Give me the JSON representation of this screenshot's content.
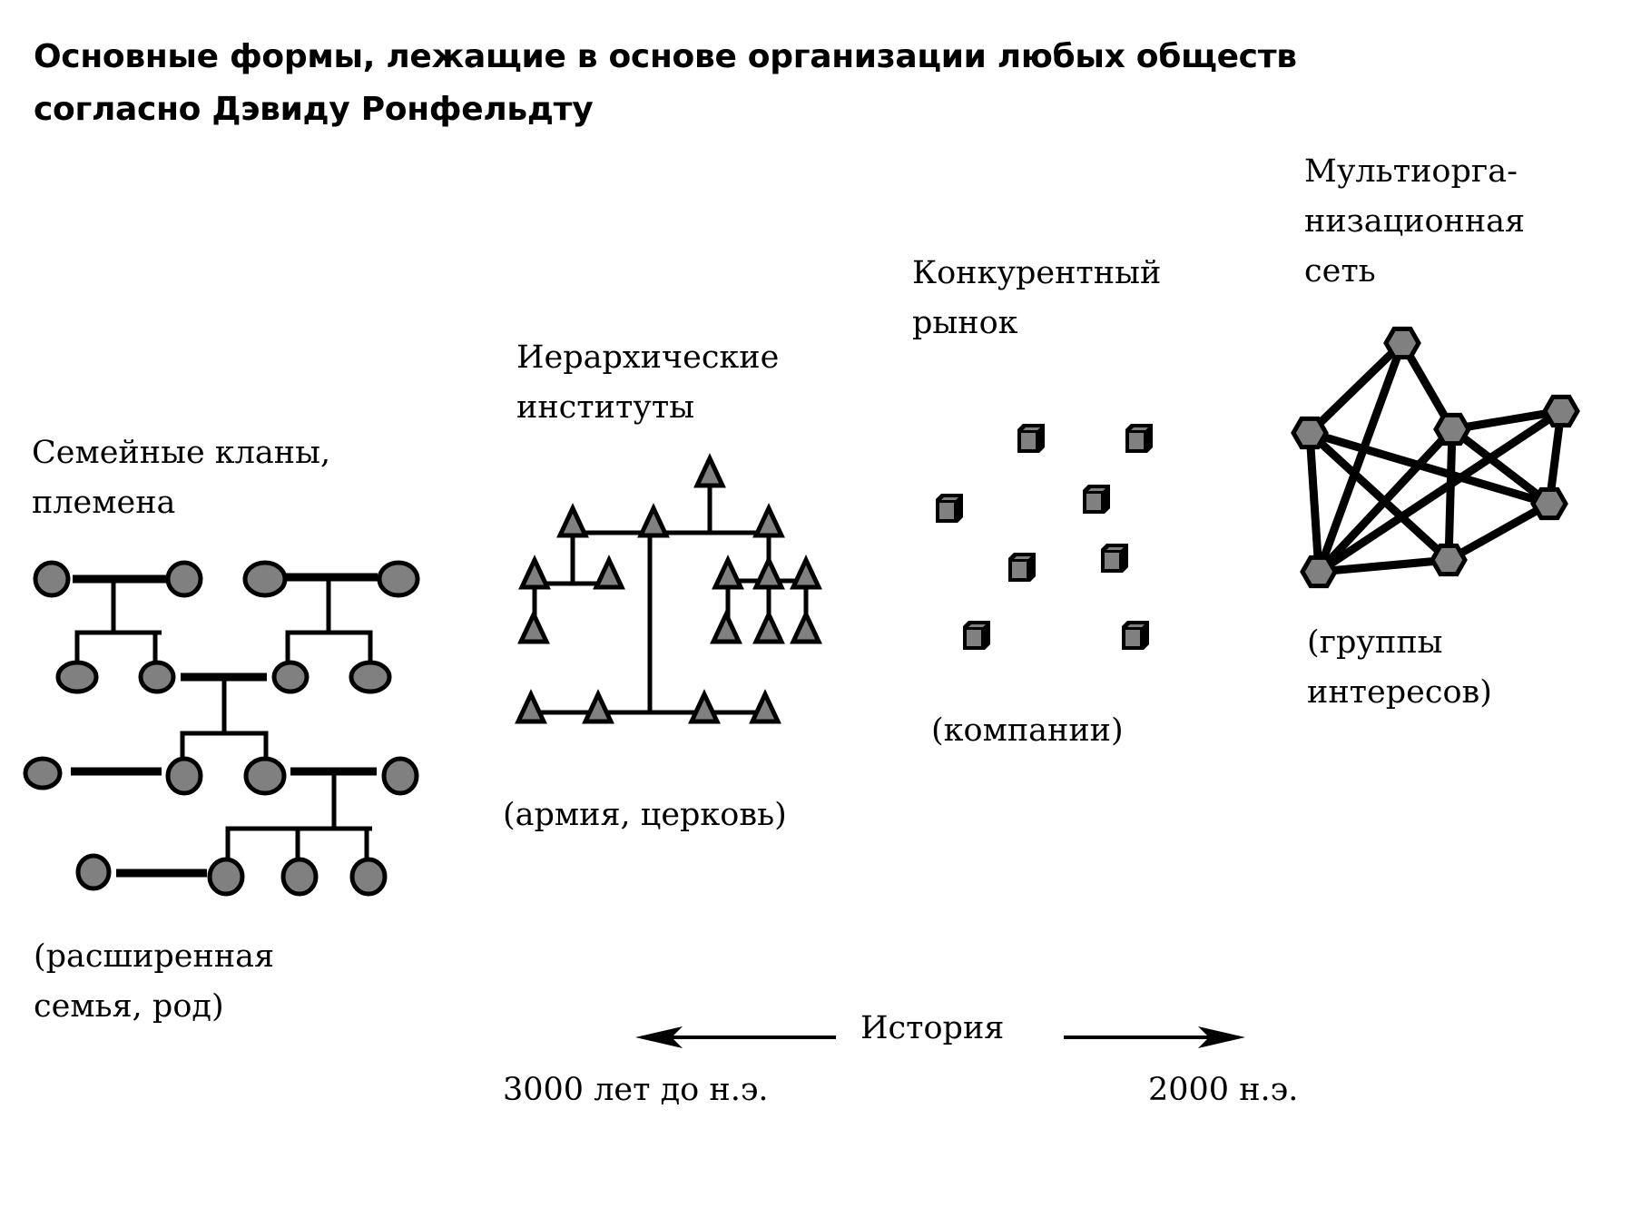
{
  "title": {
    "line1": "Основные формы, лежащие в основе организации любых обществ",
    "line2": "согласно Дэвиду Ронфельдту"
  },
  "forms": [
    {
      "label_lines": [
        "Семейные кланы,",
        "племена"
      ],
      "example_lines": [
        "(расширенная",
        "семья, род)"
      ],
      "icon": "circle-node"
    },
    {
      "label_lines": [
        "Иерархические",
        "институты"
      ],
      "example_lines": [
        "(армия, церковь)"
      ],
      "icon": "triangle-node"
    },
    {
      "label_lines": [
        "Конкурентный",
        "рынок"
      ],
      "example_lines": [
        "(компании)"
      ],
      "icon": "cube-node"
    },
    {
      "label_lines": [
        "Мультиорга-",
        "низационная",
        "сеть"
      ],
      "example_lines": [
        "(группы",
        "интересов)"
      ],
      "icon": "hexagon-node"
    }
  ],
  "timeline": {
    "label": "История",
    "start": "3000 лет до н.э.",
    "end": "2000 н.э."
  },
  "colors": {
    "node_fill": "#808080",
    "stroke": "#000000"
  }
}
